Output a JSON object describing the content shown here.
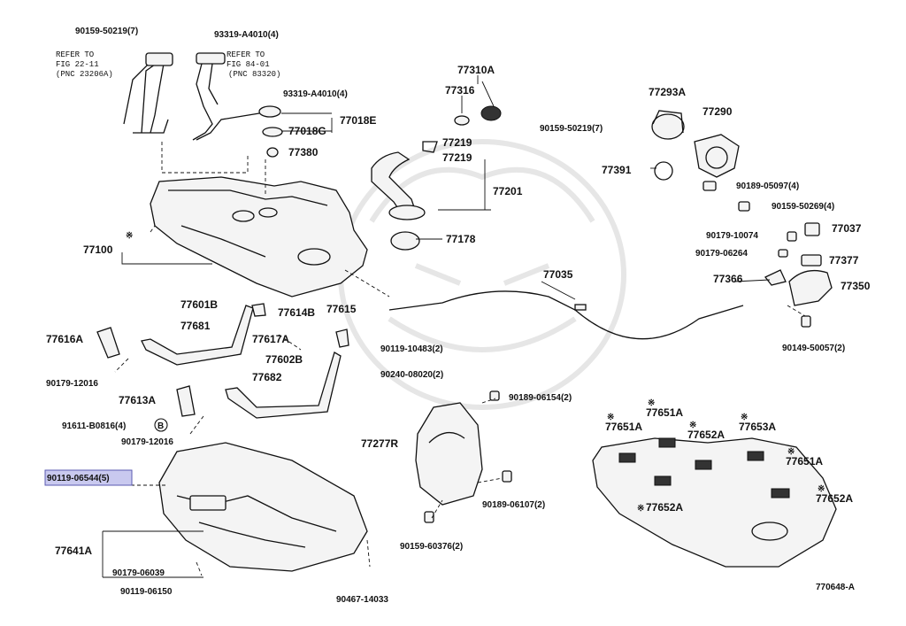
{
  "diagram_id": "770648-A",
  "highlighted_label": "90119-06544(5)",
  "references": [
    {
      "line1": "REFER TO",
      "line2": "FIG 22-11",
      "line3": "(PNC 23206A)"
    },
    {
      "line1": "REFER TO",
      "line2": "FIG 84-01",
      "line3": "(PNC 83320)"
    }
  ],
  "labels": {
    "p90159_50219_top": "90159-50219(7)",
    "p93319_a4010_a": "93319-A4010(4)",
    "p93319_a4010_b": "93319-A4010(4)",
    "p77018e": "77018E",
    "p77018g": "77018G",
    "p77380": "77380",
    "p77310a": "77310A",
    "p77316": "77316",
    "p77219_a": "77219",
    "p77219_b": "77219",
    "p77201": "77201",
    "p77178": "77178",
    "p90159_50219_mid": "90159-50219(7)",
    "p77293a": "77293A",
    "p77290": "77290",
    "p77391": "77391",
    "p90189_05097": "90189-05097(4)",
    "p90159_50269": "90159-50269(4)",
    "p90179_10074": "90179-10074",
    "p77037": "77037",
    "p90179_06264": "90179-06264",
    "p77377": "77377",
    "p77366": "77366",
    "p77350": "77350",
    "p90149_50057": "90149-50057(2)",
    "p77100": "77100",
    "p77035": "77035",
    "p77601b": "77601B",
    "p77681": "77681",
    "p77614b": "77614B",
    "p77615": "77615",
    "p77616a": "77616A",
    "p77617a": "77617A",
    "p90119_10483": "90119-10483(2)",
    "p77602b": "77602B",
    "p77682": "77682",
    "p90240_08020": "90240-08020(2)",
    "p90179_12016_a": "90179-12016",
    "p77613a": "77613A",
    "p91611_b0816": "91611-B0816(4)",
    "p90179_12016_b": "90179-12016",
    "p90119_06544": "90119-06544(5)",
    "p77641a": "77641A",
    "p90179_06039": "90179-06039",
    "p90119_06150": "90119-06150",
    "p90467_14033": "90467-14033",
    "p90189_06154": "90189-06154(2)",
    "p77277r": "77277R",
    "p90189_06107": "90189-06107(2)",
    "p90159_60376": "90159-60376(2)",
    "p77651a_1": "77651A",
    "p77651a_2": "77651A",
    "p77652a_1": "77652A",
    "p77653a": "77653A",
    "p77651a_3": "77651A",
    "p77652a_2": "77652A",
    "p77652a_3": "77652A",
    "mark_star": "※",
    "mark_b": "B"
  }
}
